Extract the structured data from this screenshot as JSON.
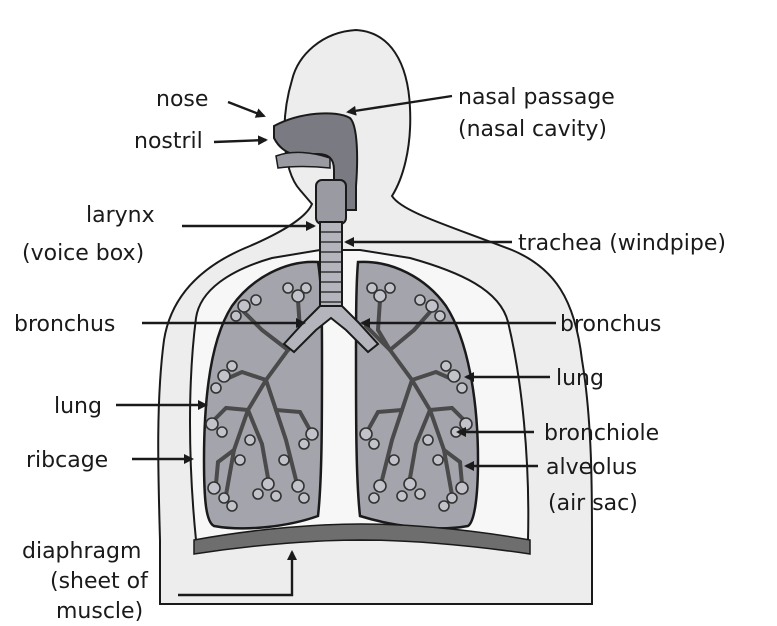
{
  "labels": {
    "nose": "nose",
    "nostril": "nostril",
    "nasal_passage_1": "nasal passage",
    "nasal_passage_2": "(nasal cavity)",
    "larynx_1": "larynx",
    "larynx_2": "(voice box)",
    "trachea": "trachea (windpipe)",
    "bronchus_left": "bronchus",
    "bronchus_right": "bronchus",
    "lung_left": "lung",
    "lung_right": "lung",
    "bronchiole": "bronchiole",
    "alveolus_1": "alveolus",
    "alveolus_2": "(air sac)",
    "ribcage": "ribcage",
    "diaphragm_1": "diaphragm",
    "diaphragm_2": "(sheet of",
    "diaphragm_3": "muscle)"
  },
  "colors": {
    "outline": "#1a1a1a",
    "body_fill": "#ededed",
    "chest_fill": "#f7f7f7",
    "lung_fill": "#a4a4ac",
    "airway_fill": "#7a7a82",
    "diaphragm_fill": "#6e6e6e"
  }
}
